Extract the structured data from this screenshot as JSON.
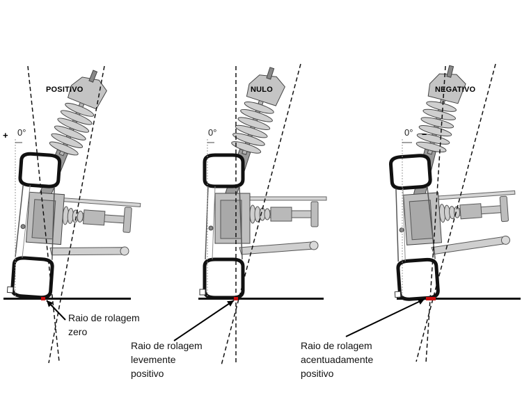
{
  "panels": [
    {
      "title": "POSITIVO",
      "angle": "0°",
      "sign": "+",
      "caption": "Raio de rolagem\nzero"
    },
    {
      "title": "NULO",
      "angle": "0°",
      "sign": "",
      "caption": "Raio de rolagem\nlevemente\npositivo"
    },
    {
      "title": "NEGATIVO",
      "angle": "0°",
      "sign": "–",
      "caption": "Raio de rolagem\nacentuadamente\npositivo"
    }
  ],
  "colors": {
    "contact_point": "#cc1111",
    "ground": "#111111",
    "lines": "#111111"
  }
}
